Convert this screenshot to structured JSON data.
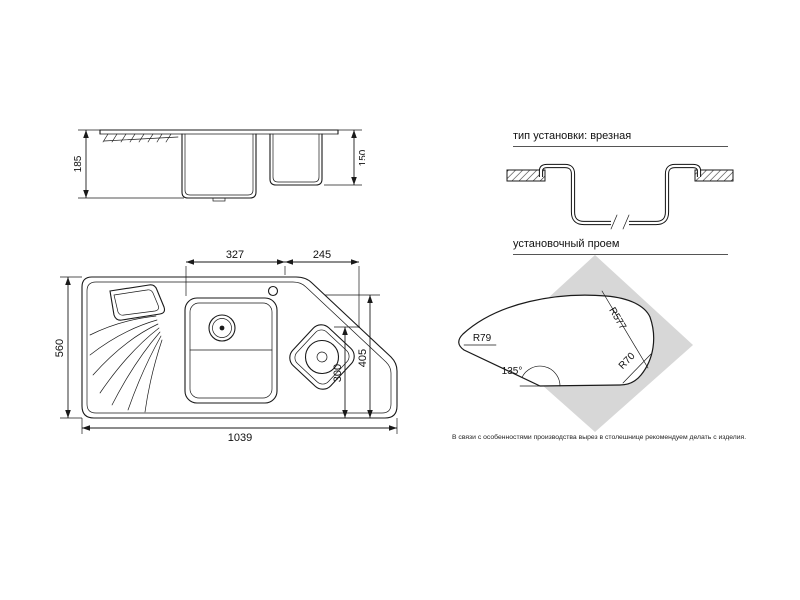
{
  "drawing": {
    "side_view": {
      "dim_total_height": "185",
      "dim_bowl_depth": "150"
    },
    "top_view": {
      "dim_main_bowl_width": "327",
      "dim_corner_bowl_width": "245",
      "dim_depth": "560",
      "dim_right_inner": "300",
      "dim_right_outer": "405",
      "dim_overall_width": "1039"
    },
    "install_type": {
      "title": "тип установки: врезная"
    },
    "cutout": {
      "title": "установочный проем",
      "radius_small": "R79",
      "radius_large": "R577",
      "radius_corner": "R70",
      "angle": "135°",
      "note": "В связи с особенностями производства вырез в столешнице рекомендуем делать с изделия."
    }
  },
  "colors": {
    "line": "#1a1a1a",
    "diamond_gray": "#d7d7d7"
  }
}
